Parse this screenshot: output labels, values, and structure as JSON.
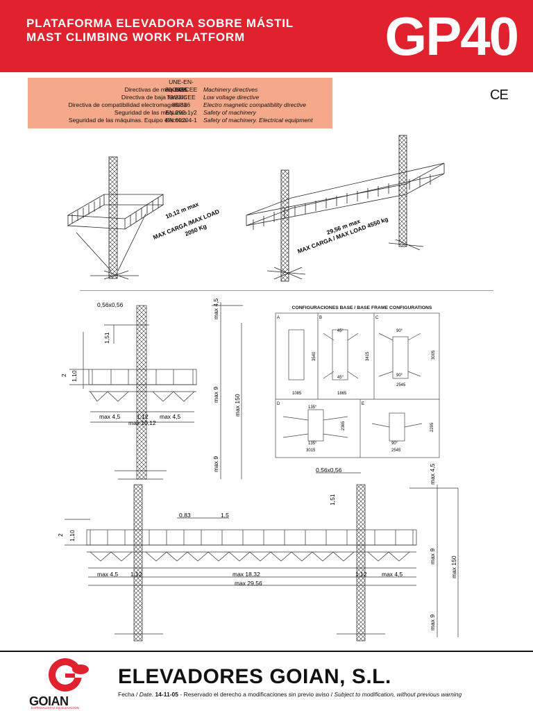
{
  "header": {
    "title_es": "PLATAFORMA ELEVADORA SOBRE MÁSTIL",
    "title_en": "MAST CLIMBING WORK PLATFORM",
    "model": "GP40"
  },
  "directives": {
    "standard": "UNE-EN-1495",
    "rows": [
      {
        "es": "Directivas de máquinas",
        "code": "89/392/CEE",
        "en": "Machinery directives"
      },
      {
        "es": "Directiva de baja tensión",
        "code": "73/23/CEE",
        "en": "Low voltage directive"
      },
      {
        "es": "Directiva de compatibilidad electromagnética",
        "code": "89/336",
        "en": "Electro magnetic compatibility directive"
      },
      {
        "es": "Seguridad de las máquinas",
        "code": "EN 292-1y2",
        "en": "Safety of machinery"
      },
      {
        "es": "Seguridad de las máquinas. Equipo eléctrico",
        "code": "EN 60204-1",
        "en": "Safety of machinery. Electrical equipment"
      }
    ]
  },
  "ce_mark": "CE",
  "single_mast": {
    "length": "10,12 m max",
    "load_label": "MAX CARGA /MAX LOAD",
    "load": "2050 Kg"
  },
  "twin_mast": {
    "length": "29,56 m max",
    "load_label": "MAX CARGA / MAX LOAD 4550 kg"
  },
  "configurations": {
    "title": "CONFIGURACIONES BASE / BASE FRAME CONFIGURATIONS",
    "panels": [
      {
        "letter": "A",
        "width": "1085",
        "height": "3540"
      },
      {
        "letter": "B",
        "width": "1865",
        "height": "3415",
        "angle_top": "45°",
        "angle_bottom": "45°"
      },
      {
        "letter": "C",
        "width": "2545",
        "height": "3005",
        "angle_top": "90°",
        "angle_bottom": "90°"
      },
      {
        "letter": "D",
        "width": "3015",
        "height": "2365",
        "angle_top": "135°",
        "angle_bottom": "135°"
      },
      {
        "letter": "E",
        "width": "2545",
        "height": "2295",
        "angle_bottom": "90°"
      }
    ]
  },
  "dims_single": {
    "mast_section": "0,56x0,56",
    "top": "1,51",
    "rail": "2",
    "rail2": "1,10",
    "ext_left": "max 4,5",
    "center": "1,12",
    "ext_right": "max 4,5",
    "total": "max 10,12",
    "v_top": "max 4,5",
    "v_mid": "max 9",
    "v_total": "max 150",
    "v_low": "max 9"
  },
  "dims_twin": {
    "mast_section": "0,56x0,56",
    "top": "1,51",
    "rail": "2",
    "rail2": "1,10",
    "s1": "0,83",
    "s2": "1,5",
    "ext_left": "max 4,5",
    "c_left": "1,12",
    "middle": "max 18,32",
    "c_right": "1,12",
    "ext_right": "max 4,5",
    "total": "max 29,56",
    "v_top": "max 4,5",
    "v_mid": "max 9",
    "v_total": "max 150",
    "v_low": "max 9"
  },
  "footer": {
    "company": "ELEVADORES GOIAN, S.L.",
    "fecha_es": "Fecha /",
    "fecha_en": "Date.",
    "date": "14-11-05",
    "reserved_es": "- Reservado el derecho a modificaciones sin previo aviso /",
    "reserved_en": "Subject to modification, without previous warning",
    "logo_name": "GOIAN",
    "logo_sub": "ESPECIALISTAS EN ELEVACIÓN"
  }
}
